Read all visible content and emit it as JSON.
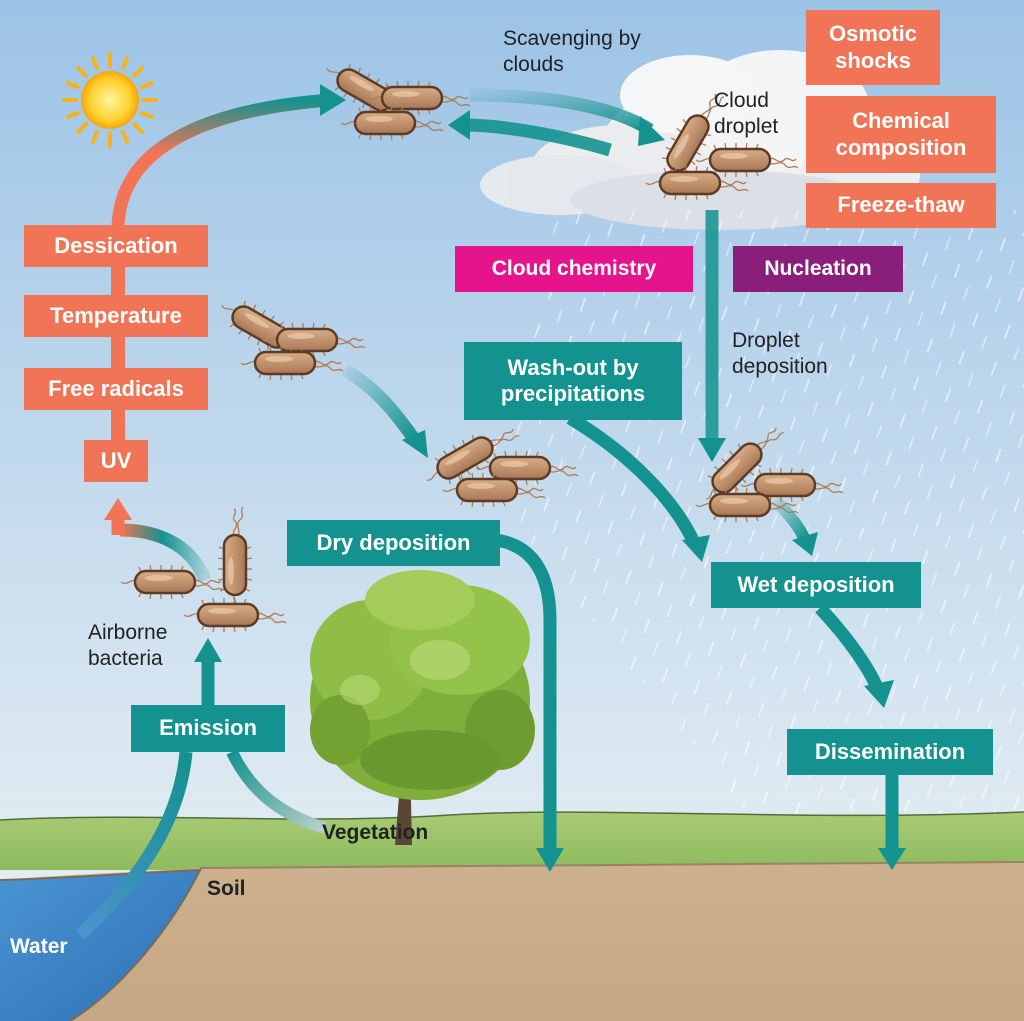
{
  "stressors": {
    "dessication": "Dessication",
    "temperature": "Temperature",
    "free_radicals": "Free radicals",
    "uv": "UV",
    "osmotic": "Osmotic shocks",
    "chemical": "Chemical composition",
    "freeze": "Freeze-thaw"
  },
  "processes": {
    "emission": "Emission",
    "dry_deposition": "Dry deposition",
    "wash_out": "Wash-out by precipitations",
    "wet_deposition": "Wet deposition",
    "dissemination": "Dissemination",
    "cloud_chemistry": "Cloud chemistry",
    "nucleation": "Nucleation"
  },
  "labels": {
    "scavenging": "Scavenging by clouds",
    "cloud_droplet": "Cloud droplet",
    "droplet_deposition": "Droplet deposition",
    "airborne": "Airborne bacteria",
    "vegetation": "Vegetation",
    "soil": "Soil",
    "water": "Water"
  },
  "colors": {
    "stress": "#f07455",
    "process": "#14928f",
    "cloud_chemistry": "#e6148c",
    "nucleation": "#8a1f7b",
    "sky": "#aacbe6",
    "ground": "#c8ab88",
    "grass": "#9cc46a",
    "water": "#3f88c9"
  }
}
